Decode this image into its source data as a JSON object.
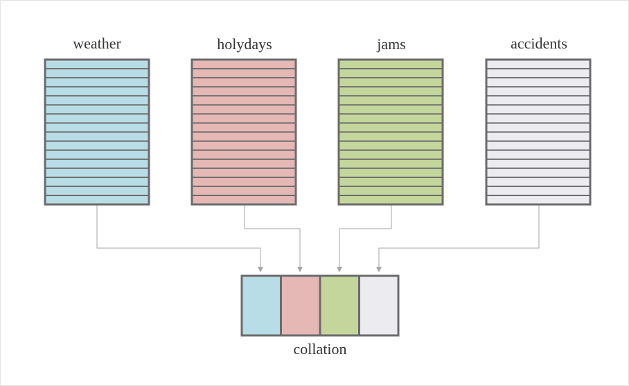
{
  "sources": [
    {
      "label": "weather",
      "color": "#b8dde6"
    },
    {
      "label": "holydays",
      "color": "#e5b8b5"
    },
    {
      "label": "jams",
      "color": "#c5d69c"
    },
    {
      "label": "accidents",
      "color": "#ecebf0"
    }
  ],
  "target": {
    "label": "collation"
  },
  "colors": {
    "border": "#6b6b6b",
    "connector": "#a6a6a6",
    "text": "#333333"
  }
}
